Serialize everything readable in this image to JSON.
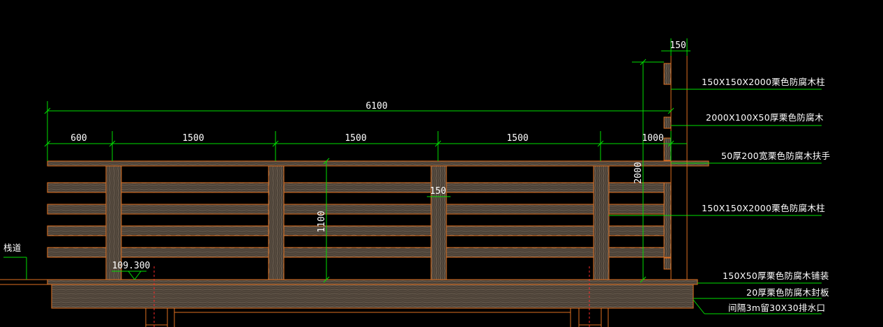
{
  "dimensions": {
    "total": "6100",
    "seg1": "600",
    "seg2": "1500",
    "seg3": "1500",
    "seg4": "1500",
    "seg5": "1000",
    "post_width_top": "150",
    "post_width_mid": "150",
    "height_rail": "1100",
    "height_post": "2000"
  },
  "elevation": "109.300",
  "labels": {
    "walkway": "栈道",
    "post_top": "150X150X2000栗色防腐木柱",
    "slat": "2000X100X50厚栗色防腐木",
    "handrail": "50厚200宽栗色防腐木扶手",
    "post_mid": "150X150X2000栗色防腐木柱",
    "decking": "150X50厚栗色防腐木铺装",
    "seal_board": "20厚栗色防腐木封板",
    "drain": "间隔3m留30X30排水口"
  },
  "colors": {
    "background": "#000000",
    "dimension_line": "#00e000",
    "wood_outline": "#e07020",
    "wood_fill": "#4a4036",
    "center_line": "#ff2a2a",
    "text": "#ffffff"
  }
}
